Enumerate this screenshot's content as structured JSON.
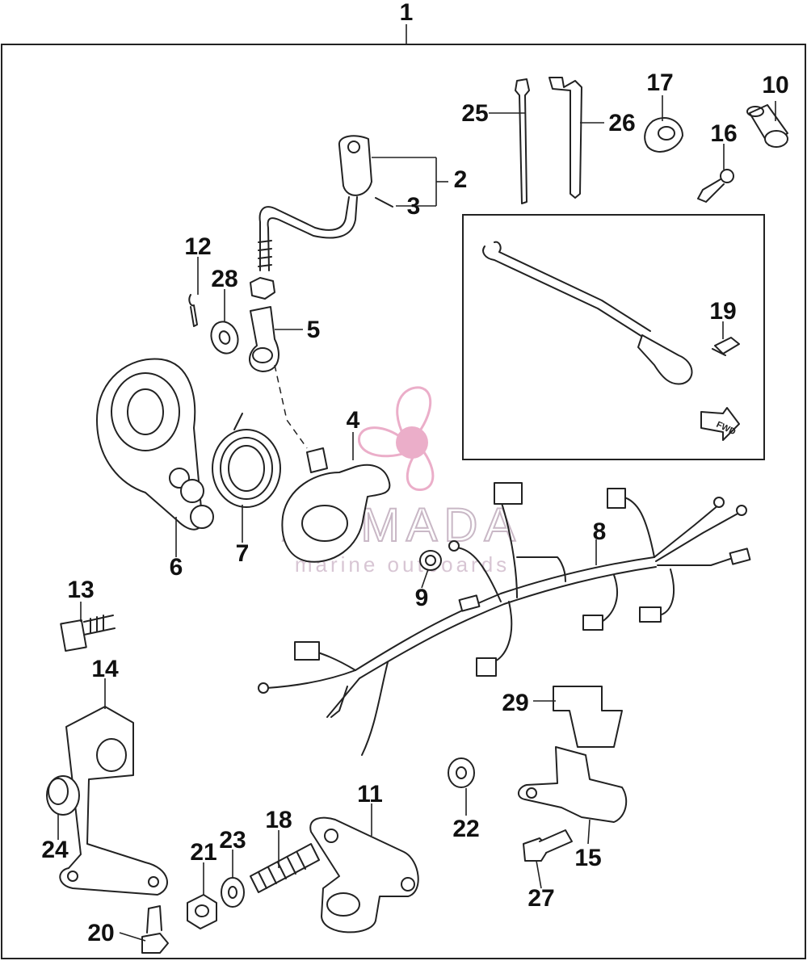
{
  "diagram": {
    "fwd_label": "FWD",
    "callouts": {
      "c1": "1",
      "c2": "2",
      "c3": "3",
      "c4": "4",
      "c5": "5",
      "c6": "6",
      "c7": "7",
      "c8": "8",
      "c9": "9",
      "c10": "10",
      "c11": "11",
      "c12": "12",
      "c13": "13",
      "c14": "14",
      "c15": "15",
      "c16": "16",
      "c17": "17",
      "c18": "18",
      "c19": "19",
      "c20": "20",
      "c21": "21",
      "c22": "22",
      "c23": "23",
      "c24": "24",
      "c25": "25",
      "c26": "26",
      "c27": "27",
      "c28": "28",
      "c29": "29"
    }
  },
  "watermark": {
    "brand": "ARMADA",
    "tagline": "marine outboards",
    "color": "#e8a0c0"
  },
  "colors": {
    "line": "#222222",
    "background": "#ffffff"
  }
}
